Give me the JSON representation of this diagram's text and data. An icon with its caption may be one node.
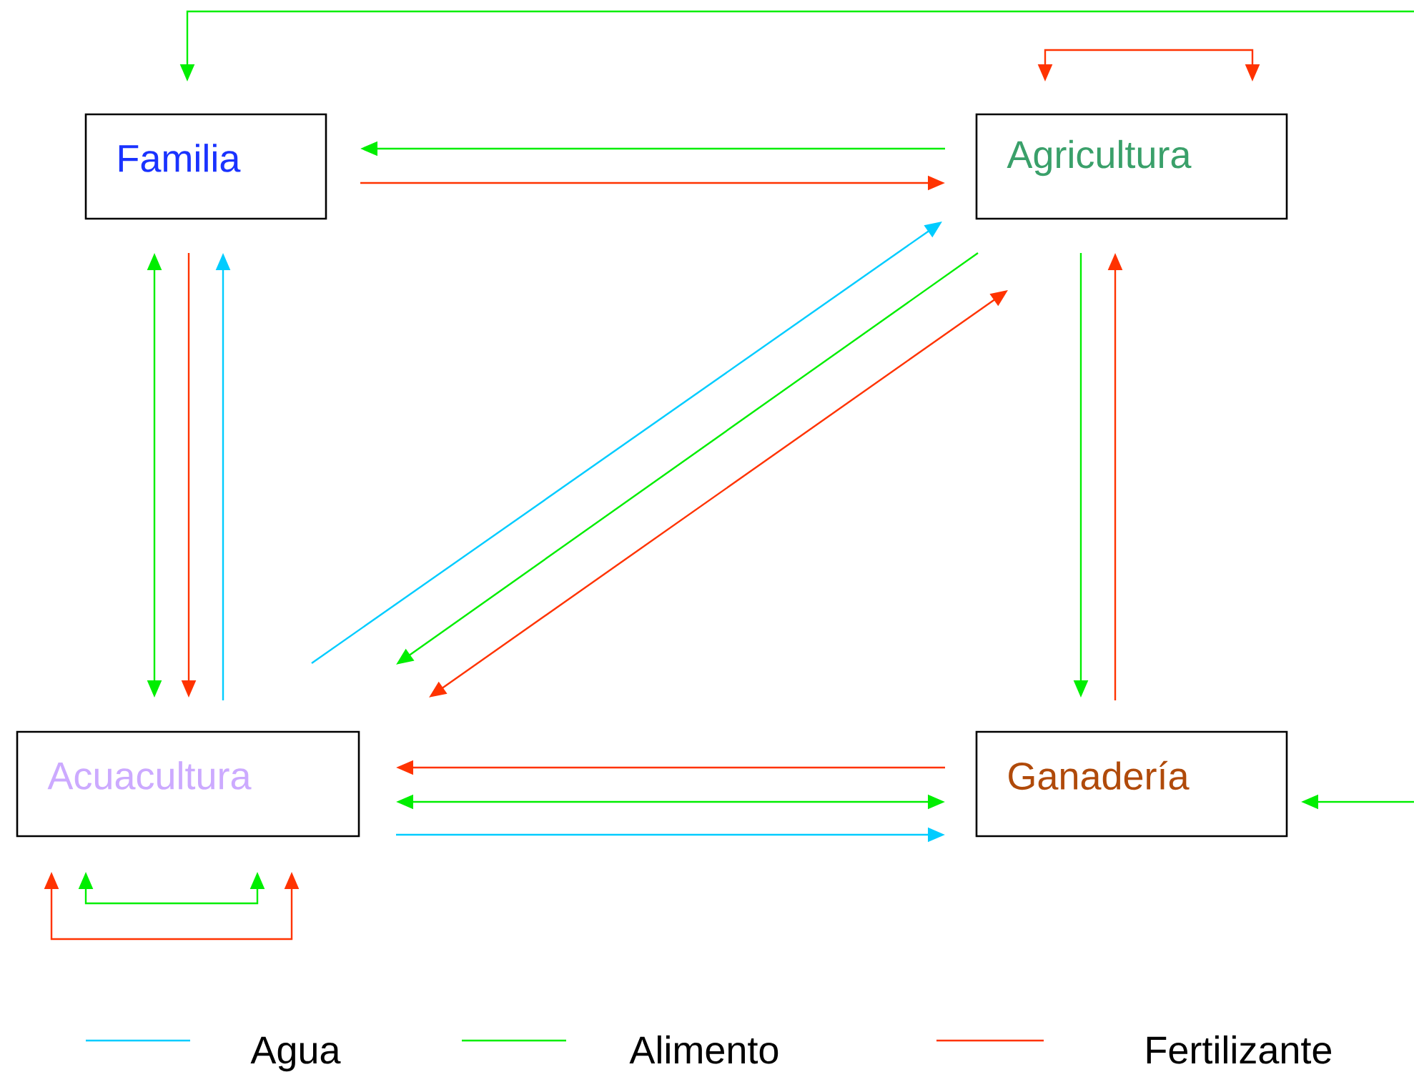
{
  "diagram": {
    "nodes": [
      {
        "text": [
          "Familia"
        ]
      },
      {
        "text": [
          "Agricultura"
        ]
      },
      {
        "text": [
          "Acuacultura"
        ]
      },
      {
        "text": [
          "Ganadería"
        ]
      }
    ],
    "edges": [
      {
        "from": 1,
        "to": 0,
        "arrow": "to",
        "color": "#00ee00"
      },
      {
        "from": 0,
        "to": 1,
        "arrow": "to",
        "color": "#ff3300"
      },
      {
        "from": 0,
        "to": 2,
        "arrow": "both",
        "color": "#00ee00"
      },
      {
        "from": 0,
        "to": 2,
        "arrow": "to",
        "color": "#ff3300"
      },
      {
        "from": 2,
        "to": 0,
        "arrow": "to",
        "color": "#00ccff"
      },
      {
        "from": 2,
        "to": 1,
        "arrow": "to",
        "color": "#00ccff"
      },
      {
        "from": 1,
        "to": 2,
        "arrow": "to",
        "color": "#00ee00"
      },
      {
        "from": 2,
        "to": 1,
        "arrow": "both",
        "color": "#ff3300"
      },
      {
        "from": 1,
        "to": 3,
        "arrow": "to",
        "color": "#00ee00"
      },
      {
        "from": 3,
        "to": 1,
        "arrow": "to",
        "color": "#ff3300"
      },
      {
        "from": 3,
        "to": 2,
        "arrow": "to",
        "color": "#ff3300"
      },
      {
        "from": 2,
        "to": 3,
        "arrow": "both",
        "color": "#00ee00"
      },
      {
        "from": 2,
        "to": 3,
        "arrow": "to",
        "color": "#00ccff"
      },
      {
        "from": null,
        "to": 0,
        "arrow": "to",
        "color": "#00ee00"
      },
      {
        "from": null,
        "to": 3,
        "arrow": "to",
        "color": "#00ee00"
      },
      {
        "from": 1,
        "to": 1,
        "arrow": "both",
        "color": "#ff3300"
      },
      {
        "from": 2,
        "to": 2,
        "arrow": "both",
        "color": "#00ee00"
      },
      {
        "from": 2,
        "to": 2,
        "arrow": "both",
        "color": "#ff3300"
      }
    ],
    "legend": [
      {
        "text": "Agua"
      },
      {
        "text": "Alimento"
      },
      {
        "text": "Fertilizante"
      }
    ]
  }
}
